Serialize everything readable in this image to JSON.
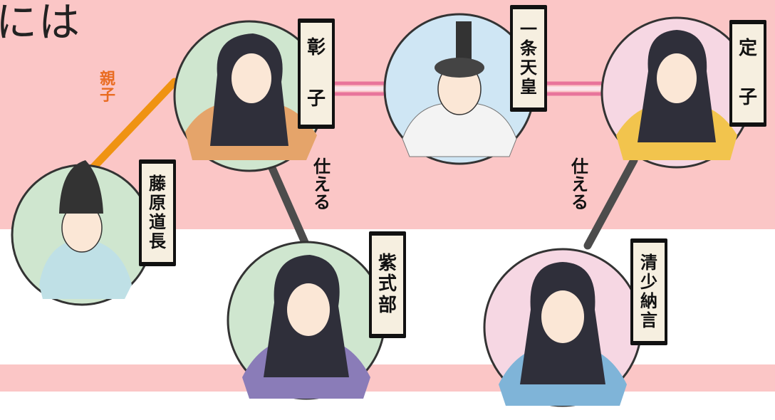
{
  "heading": "には",
  "colors": {
    "band": "#fbc6c6",
    "parent_line": "#ef9312",
    "marriage_line": "#e8749b",
    "serve_line": "#4c4c4c",
    "parent_label": "#e96c22",
    "portrait_green": "#cfe6cf",
    "portrait_blue": "#cfe6f4",
    "portrait_pink": "#f6d7e3"
  },
  "relations": {
    "parent": "親子",
    "serve_left": "仕える",
    "serve_right": "仕える"
  },
  "people": {
    "michinaga": {
      "name": "藤原道長",
      "icon": "noble-man-portrait"
    },
    "shoshi": {
      "name": "彰子",
      "name_chars": [
        "彰",
        "子"
      ],
      "icon": "court-lady-portrait"
    },
    "emperor": {
      "name": "一条天皇",
      "icon": "emperor-portrait"
    },
    "teishi": {
      "name": "定子",
      "name_chars": [
        "定",
        "子"
      ],
      "icon": "court-lady-portrait"
    },
    "murasaki": {
      "name": "紫式部",
      "icon": "court-lady-portrait"
    },
    "seishonagon": {
      "name": "清少納言",
      "icon": "court-lady-portrait"
    }
  }
}
